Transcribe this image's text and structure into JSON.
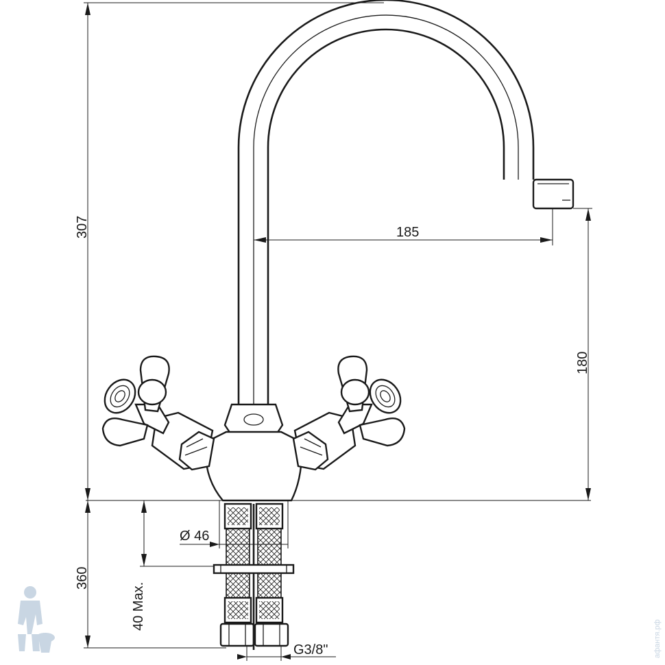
{
  "dimensions": {
    "total_height": "307",
    "spout_reach": "185",
    "spout_height": "180",
    "below_deck": "360",
    "deck_thickness": "40 Max.",
    "diameter": "Ø 46",
    "thread": "G3/8\""
  },
  "watermark": {
    "site": "aфaнтя.рф"
  },
  "colors": {
    "line": "#1a1a1a",
    "watermark": "#c9d6e3"
  }
}
